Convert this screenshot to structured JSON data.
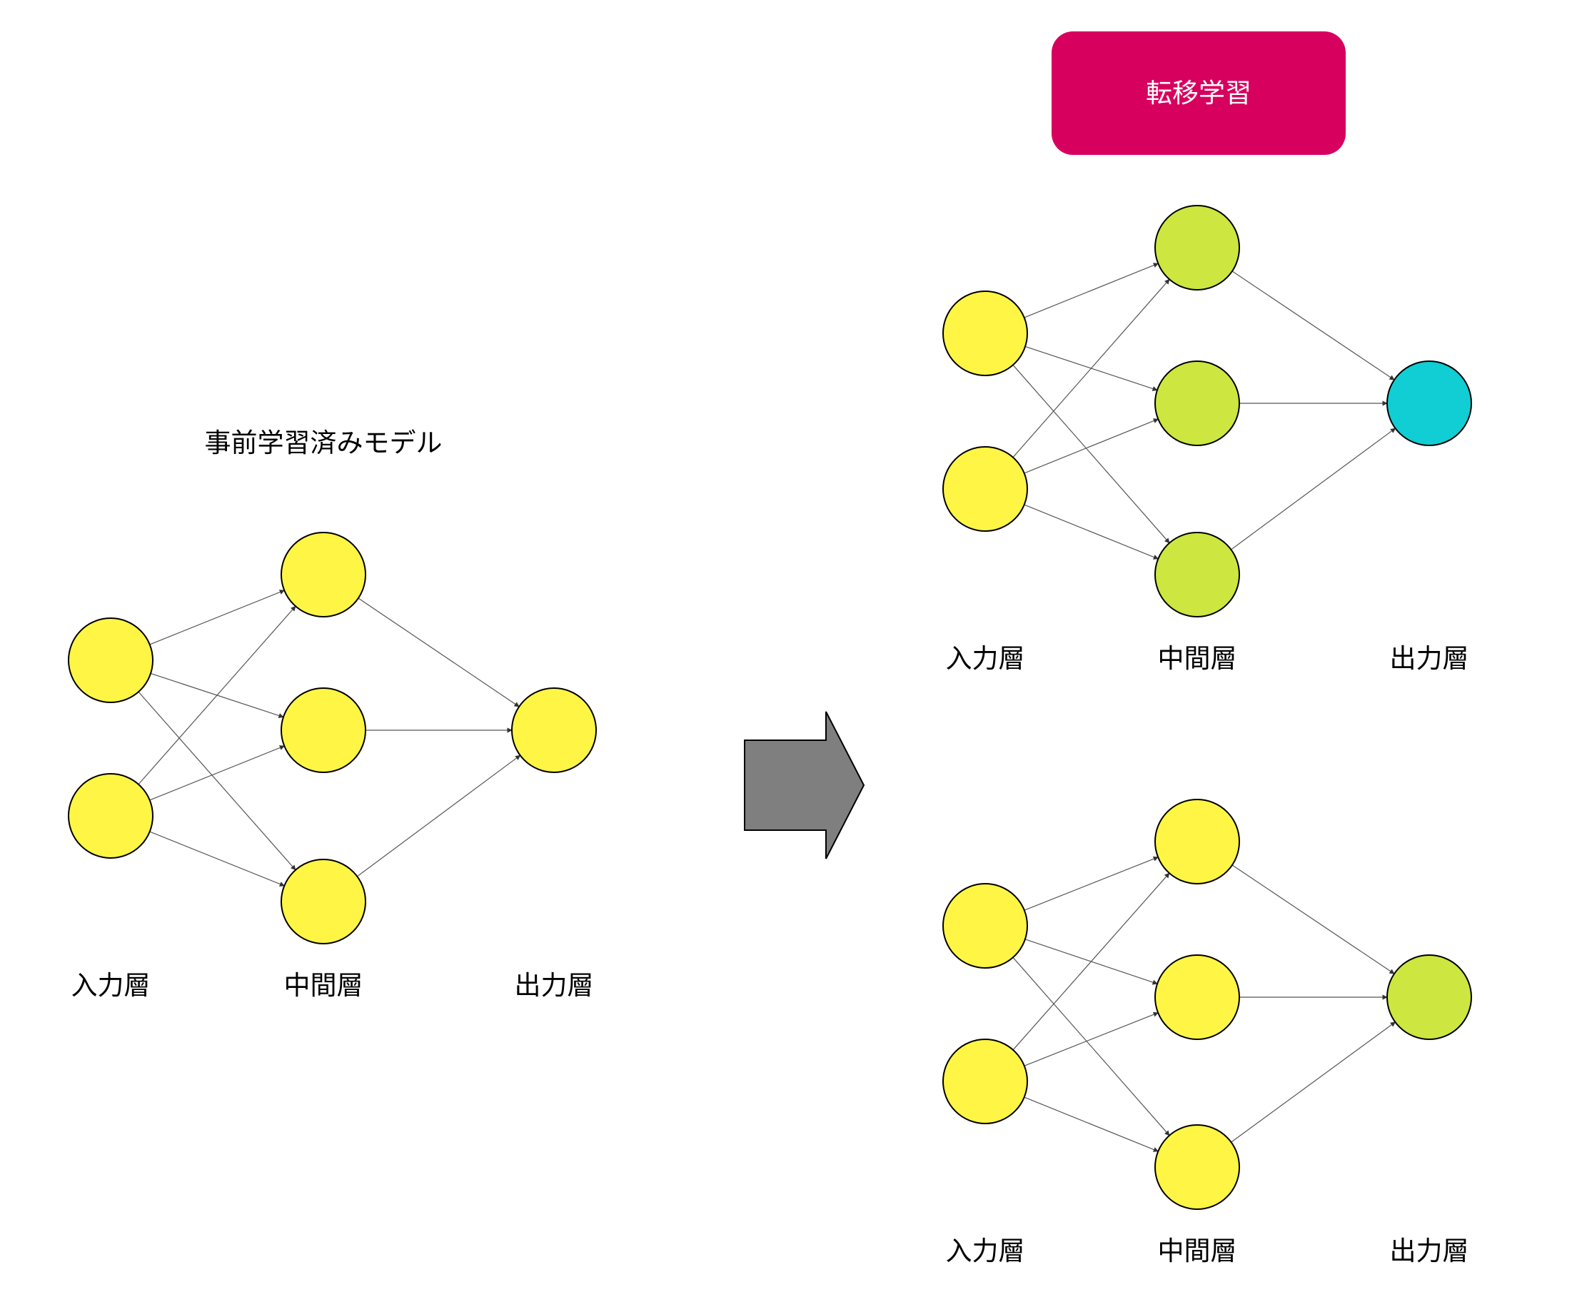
{
  "colors": {
    "pretrained": "#FFF545",
    "retrained": "#CDE640",
    "new_output": "#10CED3",
    "badge": "#D8005E",
    "arrow": "#7F7F7F",
    "edge": "#555555"
  },
  "pretrained_title": "事前学習済みモデル",
  "transfer_badge": "転移学習",
  "networks": [
    {
      "id": "pretrained",
      "layer_labels": [
        "入力層",
        "中間層",
        "出力層"
      ],
      "layers": [
        [
          "pretrained",
          "pretrained"
        ],
        [
          "pretrained",
          "pretrained",
          "pretrained"
        ],
        [
          "pretrained"
        ]
      ]
    },
    {
      "id": "transfer-top",
      "layer_labels": [
        "入力層",
        "中間層",
        "出力層"
      ],
      "layers": [
        [
          "pretrained",
          "pretrained"
        ],
        [
          "retrained",
          "retrained",
          "retrained"
        ],
        [
          "new_output"
        ]
      ]
    },
    {
      "id": "transfer-bottom",
      "layer_labels": [
        "入力層",
        "中間層",
        "出力層"
      ],
      "layers": [
        [
          "pretrained",
          "pretrained"
        ],
        [
          "pretrained",
          "pretrained",
          "pretrained"
        ],
        [
          "retrained"
        ]
      ]
    }
  ]
}
